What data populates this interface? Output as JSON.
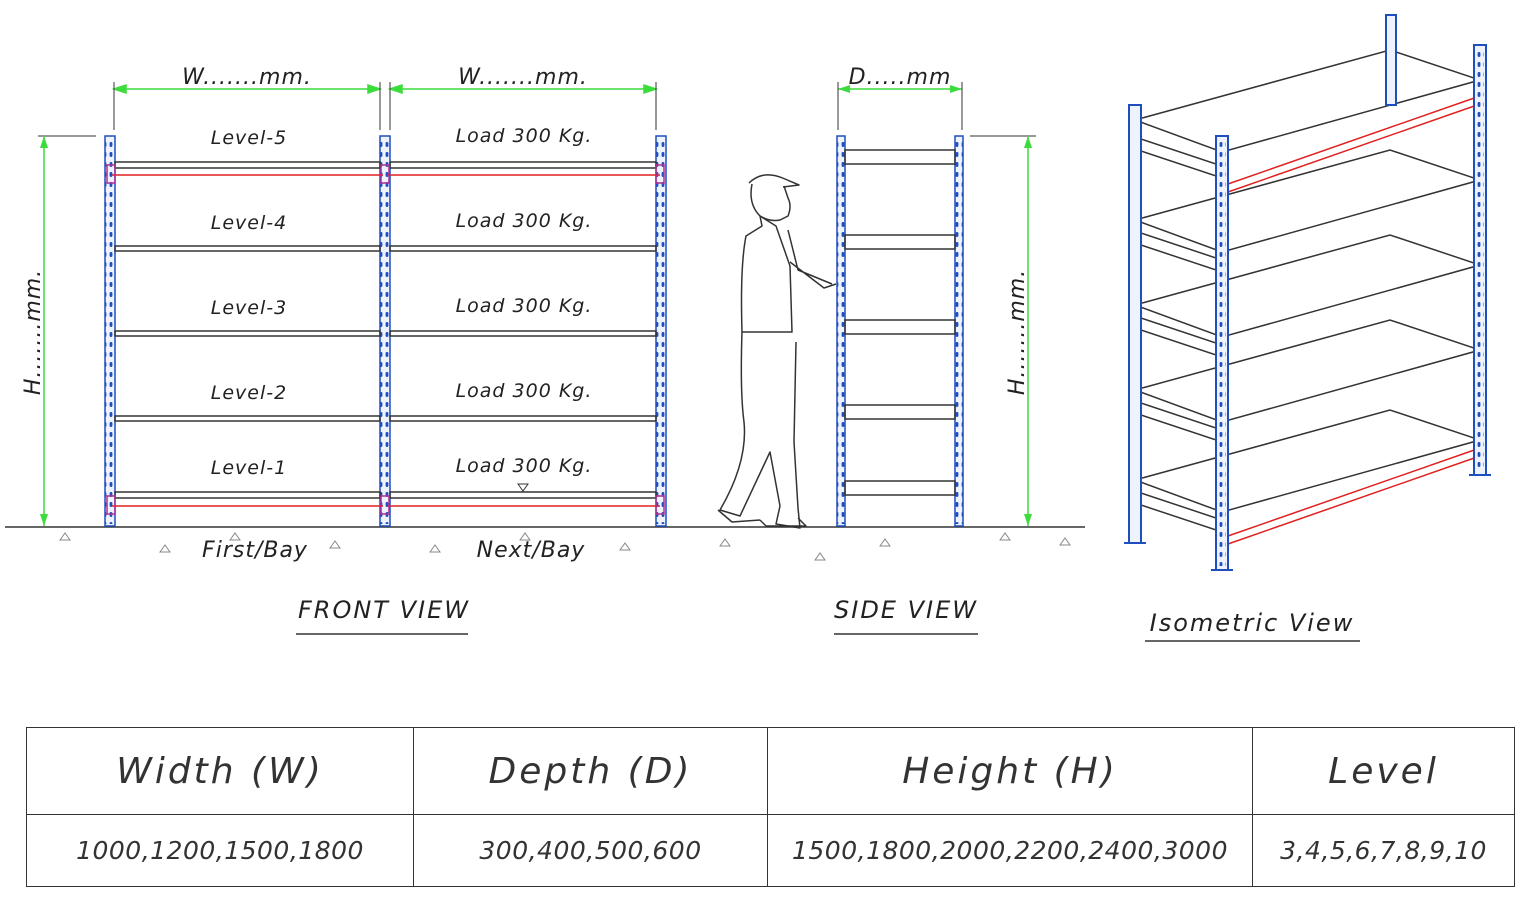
{
  "front_view": {
    "bay_width_labels": [
      "W.......mm.",
      "W.......mm."
    ],
    "height_label": "H.......mm.",
    "levels": [
      {
        "name": "Level-5",
        "load": "Load  300  Kg."
      },
      {
        "name": "Level-4",
        "load": "Load  300  Kg."
      },
      {
        "name": "Level-3",
        "load": "Load  300  Kg."
      },
      {
        "name": "Level-2",
        "load": "Load  300  Kg."
      },
      {
        "name": "Level-1",
        "load": "Load  300  Kg."
      }
    ],
    "bays": [
      "First/Bay",
      "Next/Bay"
    ],
    "caption": "FRONT  VIEW"
  },
  "side_view": {
    "depth_label": "D.....mm",
    "height_label": "H.......mm.",
    "caption": "SIDE  VIEW"
  },
  "isometric_view": {
    "caption": "Isometric  View"
  },
  "colors": {
    "upright": "#1f4fbf",
    "beam_accent": "#e02020",
    "dimension": "#3cdc3c",
    "line": "#333333"
  },
  "spec_table": {
    "headers": [
      "Width  (W)",
      "Depth  (D)",
      "Height  (H)",
      "Level"
    ],
    "values": [
      "1000,1200,1500,1800",
      "300,400,500,600",
      "1500,1800,2000,2200,2400,3000",
      "3,4,5,6,7,8,9,10"
    ]
  }
}
